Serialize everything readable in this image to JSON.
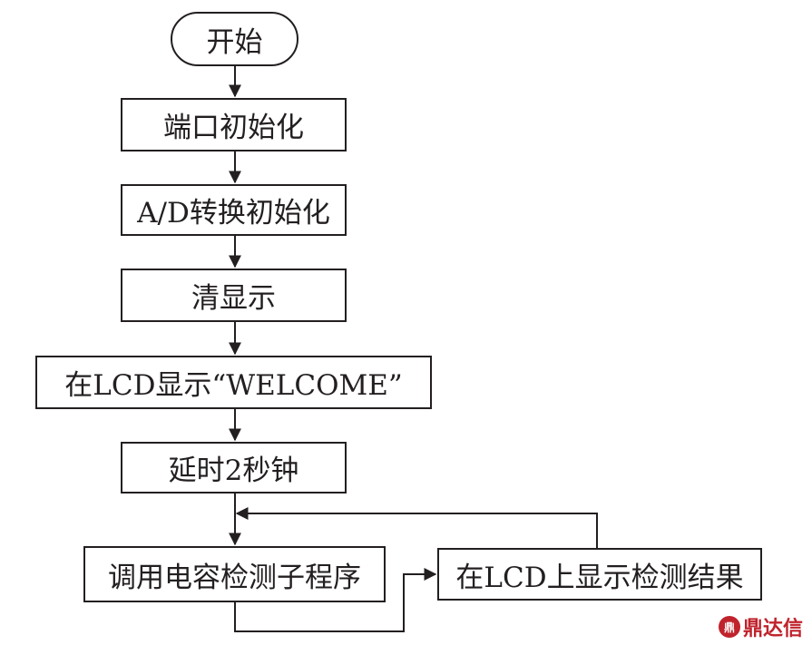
{
  "nodes": {
    "start": "开始",
    "port_init": "端口初始化",
    "ad_init": "A/D转换初始化",
    "clear_display": "清显示",
    "show_welcome": "在LCD显示“WELCOME”",
    "delay": "延时2秒钟",
    "call_subroutine": "调用电容检测子程序",
    "show_result": "在LCD上显示检测结果"
  },
  "watermark": {
    "text": "鼎达信",
    "logo_icon": "dingdaxin-logo-icon",
    "color": "#c0232c"
  }
}
